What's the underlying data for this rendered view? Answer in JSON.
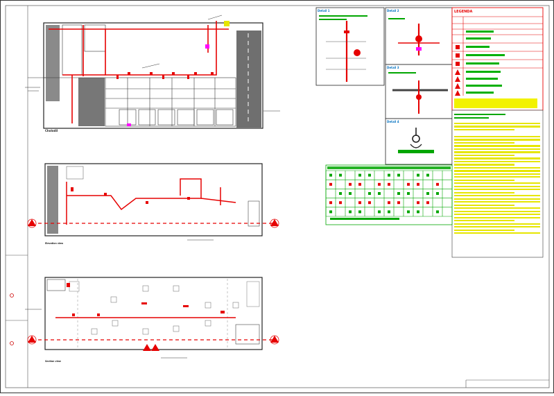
{
  "views": {
    "plan_label": "Cholodil",
    "elev1_label": "Elevation view",
    "elev2_label": "Section view"
  },
  "colors": {
    "pipe": "#e60000",
    "wall": "#111111",
    "fill_gray": "#7a7a7a",
    "legend_green": "#00b000",
    "notes_yellow": "#f2f200",
    "table_green": "#00a600",
    "cyan_text": "#00a0d0",
    "magenta": "#ff00ff"
  },
  "legend": {
    "title": "LEGENDA"
  },
  "details": {
    "titles": [
      "Detail 1",
      "Detail 2",
      "Detail 3",
      "Detail 4"
    ]
  },
  "table": {
    "rows": 5,
    "cols": 13
  },
  "icons": [
    "fire-extinguisher-icon",
    "hydrant-icon",
    "sprinkler-icon",
    "valve-icon"
  ]
}
